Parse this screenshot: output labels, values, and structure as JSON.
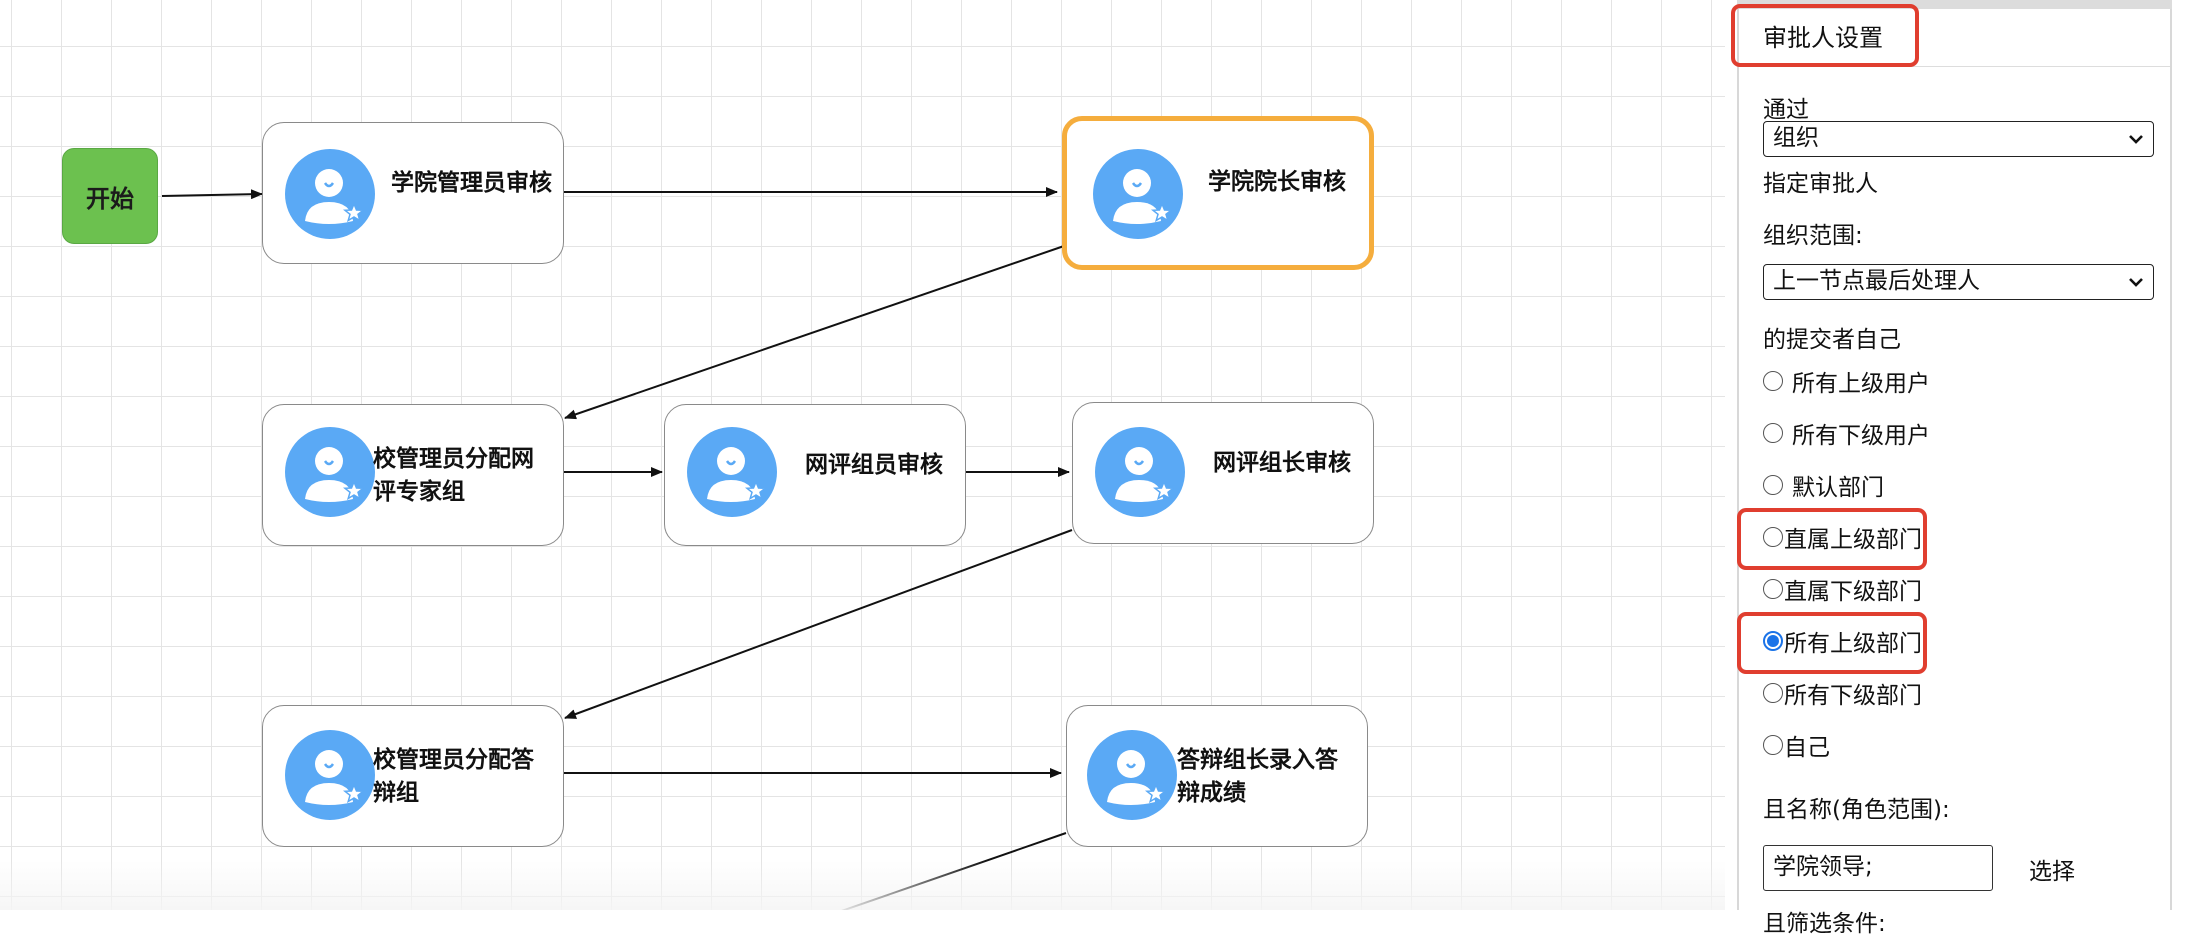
{
  "flow": {
    "start_label": "开始",
    "nodes": [
      {
        "id": "college-admin",
        "label_line1": "学院管理员审核",
        "label_line2": ""
      },
      {
        "id": "college-dean",
        "label_line1": "学院院长审核",
        "label_line2": ""
      },
      {
        "id": "assign-review-group",
        "label_line1": "校管理员分配网",
        "label_line2": "评专家组"
      },
      {
        "id": "review-member",
        "label_line1": "网评组员审核",
        "label_line2": ""
      },
      {
        "id": "review-leader",
        "label_line1": "网评组长审核",
        "label_line2": ""
      },
      {
        "id": "assign-defense-group",
        "label_line1": "校管理员分配答",
        "label_line2": "辩组"
      },
      {
        "id": "defense-leader-score",
        "label_line1": "答辩组长录入答",
        "label_line2": "辩成绩"
      }
    ],
    "selected_node": "college-dean",
    "colors": {
      "start": "#6cc14f",
      "selected_border": "#f5ad3d",
      "avatar": "#5aa9f5",
      "highlight": "#e03e2f"
    }
  },
  "panel": {
    "title": "审批人设置",
    "pass_label": "通过",
    "pass_select_value": "组织",
    "assign_label": "指定审批人",
    "scope_label": "组织范围:",
    "scope_select_value": "上一节点最后处理人",
    "submitter_label": "的提交者自己",
    "radio_options": [
      {
        "label": "所有上级用户",
        "checked": false
      },
      {
        "label": "所有下级用户",
        "checked": false
      },
      {
        "label": "默认部门",
        "checked": false
      },
      {
        "label": "直属上级部门",
        "checked": false
      },
      {
        "label": "直属下级部门",
        "checked": false
      },
      {
        "label": "所有上级部门",
        "checked": true
      },
      {
        "label": "所有下级部门",
        "checked": false
      },
      {
        "label": "自己",
        "checked": false
      }
    ],
    "role_label": "且名称(角色范围):",
    "role_value": "学院领导;",
    "select_button": "选择",
    "cut_off_text": "且筛选条件:"
  }
}
